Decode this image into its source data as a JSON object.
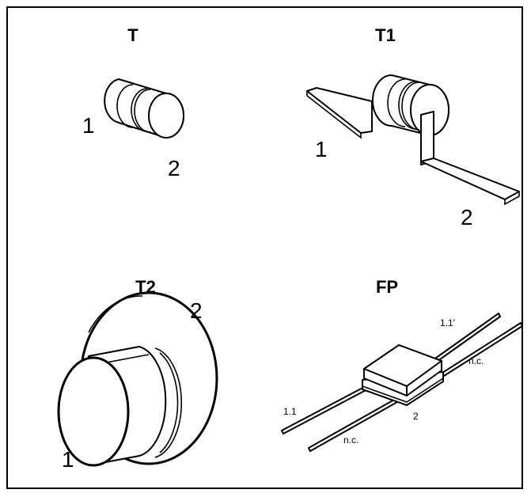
{
  "components": {
    "t": {
      "title": "T",
      "pin1": "1",
      "pin2": "2"
    },
    "t1": {
      "title": "T1",
      "pin1": "1",
      "pin2": "2"
    },
    "t2": {
      "title": "T2",
      "pin1": "1",
      "pin2": "2"
    },
    "fp": {
      "title": "FP",
      "lead_a": "1.1",
      "lead_b": "1.1'",
      "lead_c": "n.c.",
      "lead_d": "n.c.",
      "lead_e": "2"
    }
  },
  "colors": {
    "stroke": "#000000",
    "fill": "#ffffff"
  }
}
